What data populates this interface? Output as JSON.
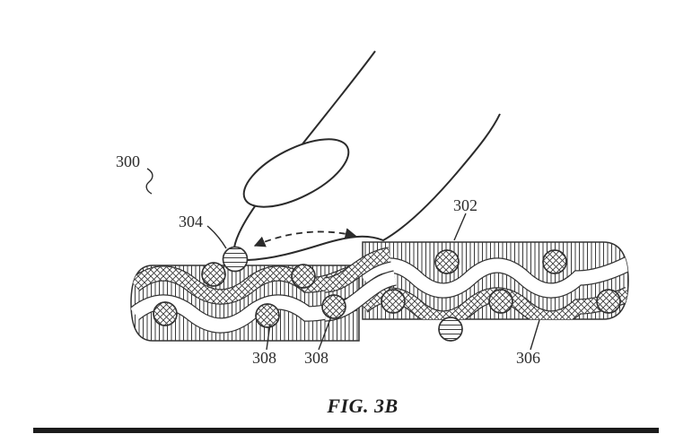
{
  "page": {
    "background": "#ffffff",
    "bottom_bar_color": "#1b1b1b"
  },
  "figure": {
    "caption": "FIG. 3B",
    "ink_color": "#2b2b2b",
    "labels": {
      "l300": "300",
      "l302": "302",
      "l304": "304",
      "l306": "306",
      "l308_left": "308",
      "l308_right": "308"
    }
  }
}
